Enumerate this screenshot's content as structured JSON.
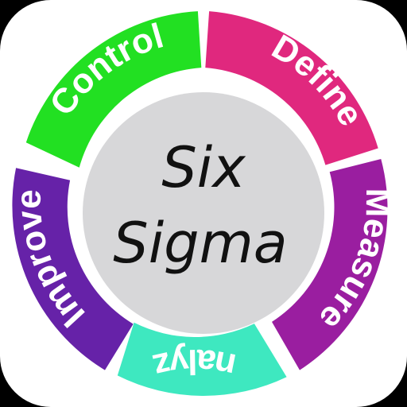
{
  "icon": {
    "title_line1": "Six",
    "title_line2": "Sigma",
    "center_color": "#d7d7d9",
    "background": "#ffffff",
    "segments": [
      {
        "key": "define",
        "label": "Define",
        "color": "#e0287e"
      },
      {
        "key": "measure",
        "label": "Measure",
        "color": "#9a1ea0"
      },
      {
        "key": "analyze",
        "label": "Analyze",
        "color": "#3ee8c0"
      },
      {
        "key": "improve",
        "label": "Improve",
        "color": "#6622a8"
      },
      {
        "key": "control",
        "label": "Control",
        "color": "#22e022"
      }
    ]
  }
}
